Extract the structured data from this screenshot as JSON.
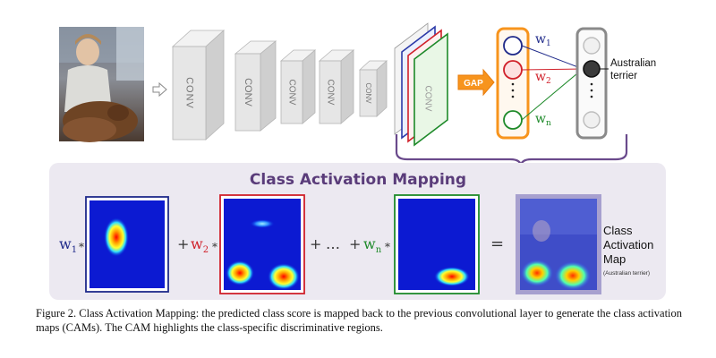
{
  "network": {
    "conv_label": "CONV",
    "gap_label": "GAP",
    "weights": [
      {
        "base": "w",
        "sub": "1",
        "color": "#1f2a8a"
      },
      {
        "base": "w",
        "sub": "2",
        "color": "#d0202a"
      },
      {
        "base": "w",
        "sub": "n",
        "color": "#1e8a2a"
      }
    ],
    "output_class": [
      "Australian",
      "terrier"
    ],
    "colors": {
      "gap_fill": "#f7941d",
      "gap_border": "#e87c0c",
      "conv_face": "#e6e6e6",
      "arrow": "#6a4a8c",
      "panel_bg": "#ece9f1"
    }
  },
  "cam": {
    "title": "Class Activation Mapping",
    "terms": [
      {
        "w": "w",
        "sub": "1",
        "color": "#1f2a8a",
        "frame": "#1f2a8a"
      },
      {
        "w": "w",
        "sub": "2",
        "color": "#d0202a",
        "frame": "#d0202a"
      },
      {
        "w": "w",
        "sub": "n",
        "color": "#1e8a2a",
        "frame": "#1e8a2a"
      }
    ],
    "times": "*",
    "plus": "+",
    "ellipsis": "…",
    "equals": "=",
    "result_label": [
      "Class",
      "Activation",
      "Map"
    ],
    "result_sublabel": "(Australian terrier)"
  },
  "caption": "Figure 2. Class Activation Mapping: the predicted class score is mapped back to the previous convolutional layer to generate the class activation maps (CAMs). The CAM highlights the class-specific discriminative regions."
}
